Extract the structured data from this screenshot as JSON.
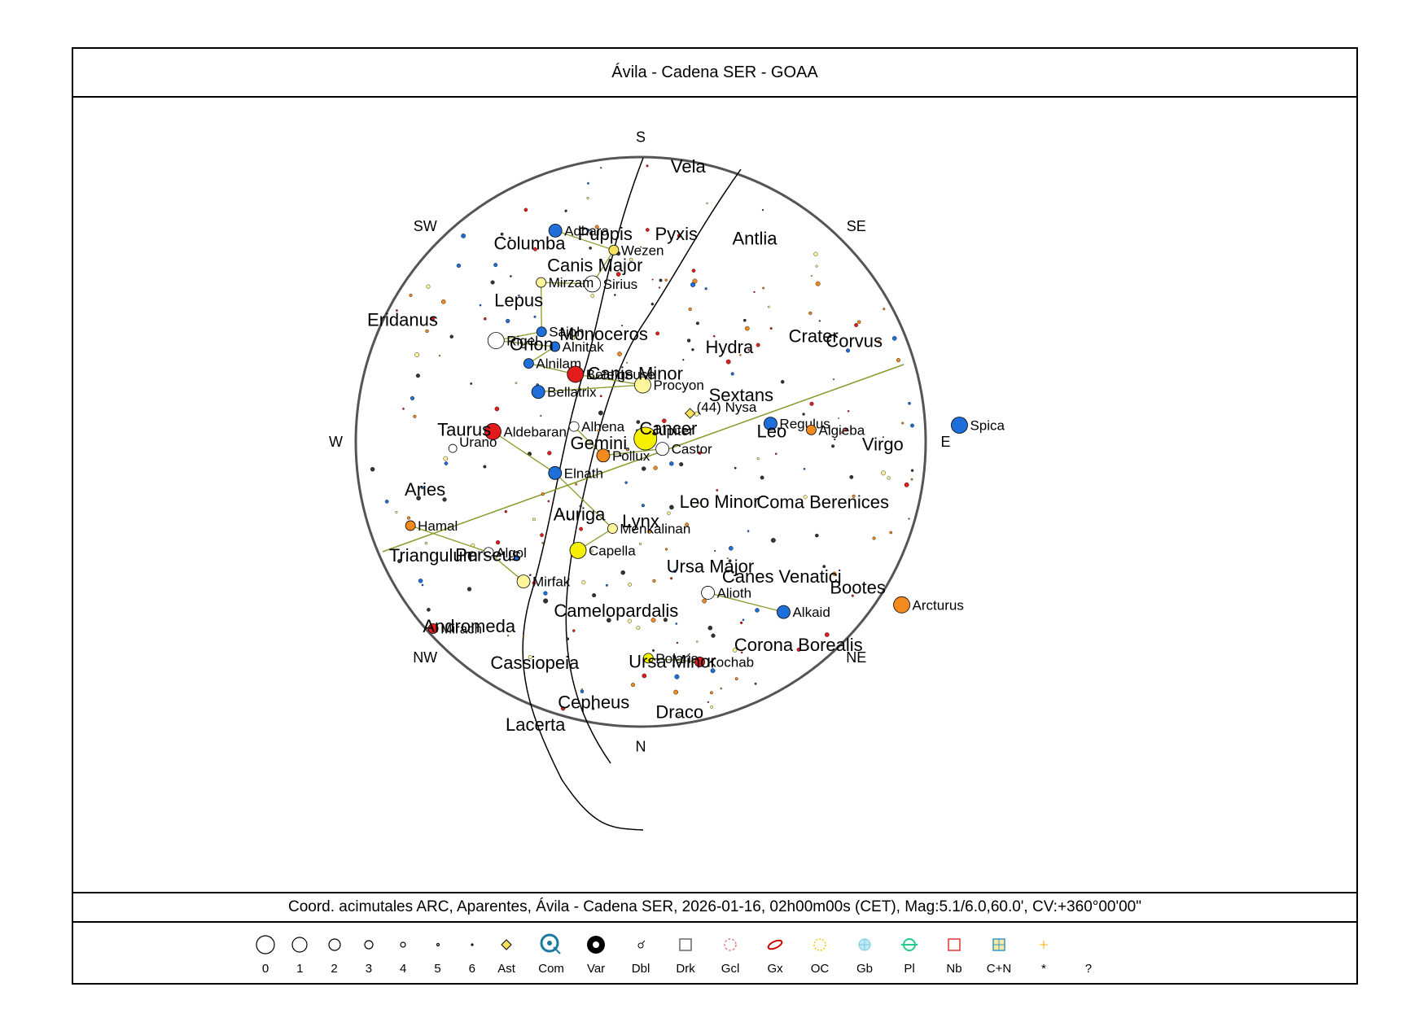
{
  "title": "Ávila - Cadena SER - GOAA",
  "coords": "Coord. acimutales ARC, Aparentes, Ávila - Cadena SER, 2026-01-16, 02h00m00s (CET), Mag:5.1/6.0,60.0', CV:+360°00'00\"",
  "cardinals": [
    {
      "label": "S",
      "az": 0
    },
    {
      "label": "SE",
      "az": 45
    },
    {
      "label": "E",
      "az": 90
    },
    {
      "label": "NE",
      "az": 135
    },
    {
      "label": "N",
      "az": 180
    },
    {
      "label": "NW",
      "az": 225
    },
    {
      "label": "W",
      "az": 270
    },
    {
      "label": "SW",
      "az": 315
    }
  ],
  "constellations": [
    {
      "name": "Vela",
      "az": 10,
      "r": 0.96
    },
    {
      "name": "Columba",
      "az": 330,
      "r": 0.78
    },
    {
      "name": "Puppis",
      "az": 350,
      "r": 0.72
    },
    {
      "name": "Pyxis",
      "az": 10,
      "r": 0.72
    },
    {
      "name": "Antlia",
      "az": 30,
      "r": 0.8
    },
    {
      "name": "Canis Major",
      "az": 345,
      "r": 0.62
    },
    {
      "name": "Lepus",
      "az": 318,
      "r": 0.64
    },
    {
      "name": "Hydra",
      "az": 45,
      "r": 0.44
    },
    {
      "name": "Crater",
      "az": 60,
      "r": 0.7
    },
    {
      "name": "Corvus",
      "az": 66,
      "r": 0.82
    },
    {
      "name": "Monoceros",
      "az": 340,
      "r": 0.38
    },
    {
      "name": "Eridanus",
      "az": 296,
      "r": 0.93
    },
    {
      "name": "Sextans",
      "az": 68,
      "r": 0.38
    },
    {
      "name": "Canis Minor",
      "az": 355,
      "r": 0.22
    },
    {
      "name": "Orion",
      "az": 310,
      "r": 0.5
    },
    {
      "name": "Cancer",
      "az": 75,
      "r": 0.1
    },
    {
      "name": "Leo",
      "az": 88,
      "r": 0.46
    },
    {
      "name": "Virgo",
      "az": 92,
      "r": 0.85
    },
    {
      "name": "Gemini",
      "az": 260,
      "r": 0.15
    },
    {
      "name": "Taurus",
      "az": 272,
      "r": 0.62
    },
    {
      "name": "Leo Minor",
      "az": 130,
      "r": 0.36
    },
    {
      "name": "Coma Berenices",
      "az": 110,
      "r": 0.68
    },
    {
      "name": "Auriga",
      "az": 218,
      "r": 0.35
    },
    {
      "name": "Lynx",
      "az": 180,
      "r": 0.3
    },
    {
      "name": "Aries",
      "az": 256,
      "r": 0.78
    },
    {
      "name": "Perseus",
      "az": 232,
      "r": 0.68
    },
    {
      "name": "Ursa Major",
      "az": 152,
      "r": 0.52
    },
    {
      "name": "Canes Venatici",
      "az": 135,
      "r": 0.7
    },
    {
      "name": "Triangulum",
      "az": 240,
      "r": 0.84
    },
    {
      "name": "Camelopardalis",
      "az": 188,
      "r": 0.62
    },
    {
      "name": "Bootes",
      "az": 125,
      "r": 0.93
    },
    {
      "name": "Ursa Minor",
      "az": 172,
      "r": 0.8
    },
    {
      "name": "Corona Borealis",
      "az": 143,
      "r": 0.92
    },
    {
      "name": "Andromeda",
      "az": 222,
      "r": 0.9
    },
    {
      "name": "Cassiopeia",
      "az": 205,
      "r": 0.88
    },
    {
      "name": "Cepheus",
      "az": 190,
      "r": 0.95
    },
    {
      "name": "Draco",
      "az": 172,
      "r": 0.98
    },
    {
      "name": "Lacerta",
      "az": 200,
      "r": 1.08
    }
  ],
  "stars": [
    {
      "name": "Adhara",
      "az": 338,
      "r": 0.8,
      "color": "#1e6fd9",
      "mag": 1
    },
    {
      "name": "Wezen",
      "az": 352,
      "r": 0.68,
      "color": "#f5e25a",
      "mag": 2
    },
    {
      "name": "Sirius",
      "az": 343,
      "r": 0.58,
      "color": "#ffffff",
      "mag": 0
    },
    {
      "name": "Mirzam",
      "az": 328,
      "r": 0.66,
      "color": "#fff59a",
      "mag": 2
    },
    {
      "name": "Saiph",
      "az": 318,
      "r": 0.52,
      "color": "#1e6fd9",
      "mag": 2
    },
    {
      "name": "Rigel",
      "az": 305,
      "r": 0.62,
      "color": "#ffffff",
      "mag": 0
    },
    {
      "name": "Alnitak",
      "az": 318,
      "r": 0.45,
      "color": "#1e6fd9",
      "mag": 2
    },
    {
      "name": "Alnilam",
      "az": 305,
      "r": 0.48,
      "color": "#1e6fd9",
      "mag": 2
    },
    {
      "name": "Betelgeuse",
      "az": 316,
      "r": 0.33,
      "color": "#e31b1b",
      "mag": 0
    },
    {
      "name": "Procyon",
      "az": 2,
      "r": 0.2,
      "color": "#fff59a",
      "mag": 0
    },
    {
      "name": "Bellatrix",
      "az": 296,
      "r": 0.4,
      "color": "#1e6fd9",
      "mag": 1
    },
    {
      "name": "Regulus",
      "az": 82,
      "r": 0.46,
      "color": "#1e6fd9",
      "mag": 1
    },
    {
      "name": "Spica",
      "az": 87,
      "r": 1.12,
      "color": "#1e6fd9",
      "mag": 0
    },
    {
      "name": "Algieba",
      "az": 86,
      "r": 0.6,
      "color": "#f28a1e",
      "mag": 2
    },
    {
      "name": "Alhena",
      "az": 283,
      "r": 0.24,
      "color": "#ffffff",
      "mag": 2
    },
    {
      "name": "Pollux",
      "az": 250,
      "r": 0.14,
      "color": "#f28a1e",
      "mag": 1
    },
    {
      "name": "Castor",
      "az": 108,
      "r": 0.08,
      "color": "#ffffff",
      "mag": 1
    },
    {
      "name": "Aldebaran",
      "az": 274,
      "r": 0.52,
      "color": "#e31b1b",
      "mag": 0
    },
    {
      "name": "Elnath",
      "az": 250,
      "r": 0.32,
      "color": "#1e6fd9",
      "mag": 1
    },
    {
      "name": "Menkalinan",
      "az": 198,
      "r": 0.32,
      "color": "#fff59a",
      "mag": 2
    },
    {
      "name": "Capella",
      "az": 210,
      "r": 0.44,
      "color": "#f5f000",
      "mag": 0
    },
    {
      "name": "Hamal",
      "az": 250,
      "r": 0.86,
      "color": "#f28a1e",
      "mag": 2
    },
    {
      "name": "Algol",
      "az": 234,
      "r": 0.66,
      "color": "#ffffff",
      "mag": 2
    },
    {
      "name": "Mirfak",
      "az": 220,
      "r": 0.64,
      "color": "#fff59a",
      "mag": 1
    },
    {
      "name": "Alioth",
      "az": 156,
      "r": 0.58,
      "color": "#ffffff",
      "mag": 1
    },
    {
      "name": "Alkaid",
      "az": 140,
      "r": 0.78,
      "color": "#1e6fd9",
      "mag": 1
    },
    {
      "name": "Arcturus",
      "az": 122,
      "r": 1.08,
      "color": "#f28a1e",
      "mag": 0
    },
    {
      "name": "Mirach",
      "az": 228,
      "r": 0.98,
      "color": "#e31b1b",
      "mag": 2
    },
    {
      "name": "Polaris",
      "az": 178,
      "r": 0.76,
      "color": "#f5f000",
      "mag": 2
    },
    {
      "name": "Kochab",
      "az": 165,
      "r": 0.8,
      "color": "#e31b1b",
      "mag": 2
    }
  ],
  "solar_system": [
    {
      "name": "Júpiter",
      "az": 55,
      "r": 0.02,
      "color": "#f5f000"
    },
    {
      "name": "(44) Nysa",
      "az": 60,
      "r": 0.2,
      "color": "#f5e25a"
    },
    {
      "name": "Urano",
      "az": 268,
      "r": 0.66,
      "color": "#ffffff"
    }
  ],
  "legend": [
    "0",
    "1",
    "2",
    "3",
    "4",
    "5",
    "6",
    "Ast",
    "Com",
    "Var",
    "Dbl",
    "Drk",
    "Gcl",
    "Gx",
    "OC",
    "Gb",
    "Pl",
    "Nb",
    "C+N",
    "*",
    "?"
  ]
}
